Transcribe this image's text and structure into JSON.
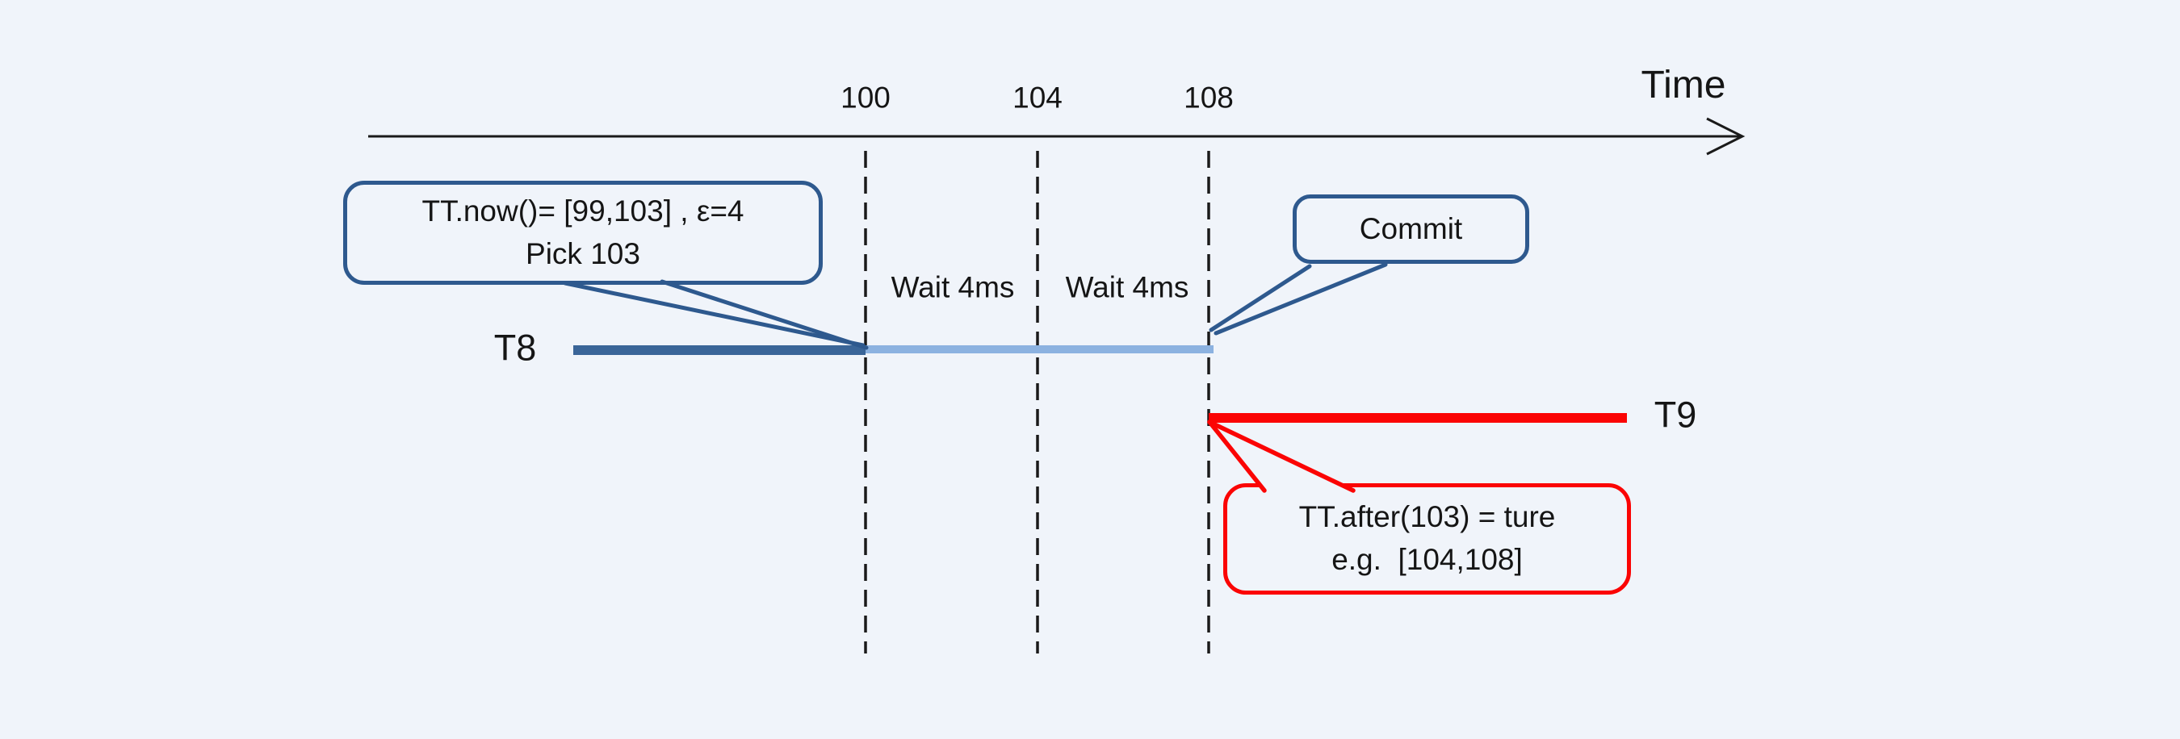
{
  "colors": {
    "background": "#f0f4fa",
    "navy_callout": "#2e598e",
    "t8_active_segment": "#3a6598",
    "t8_wait_segment": "#8cb2e0",
    "t9_red": "#fb0404",
    "axis_black": "#1a1a1a",
    "text": "#151515"
  },
  "axis": {
    "label": "Time",
    "ticks": [
      {
        "label": "100"
      },
      {
        "label": "104"
      },
      {
        "label": "108"
      }
    ]
  },
  "waits": [
    {
      "label": "Wait 4ms"
    },
    {
      "label": "Wait 4ms"
    }
  ],
  "timelines": [
    {
      "label": "T8"
    },
    {
      "label": "T9"
    }
  ],
  "callouts": {
    "tt_now": {
      "line1": "TT.now()= [99,103] , ε=4",
      "line2": "Pick 103"
    },
    "commit": {
      "line1": "Commit"
    },
    "tt_after": {
      "line1": "TT.after(103) = ture",
      "line2": "e.g.  [104,108]"
    }
  }
}
